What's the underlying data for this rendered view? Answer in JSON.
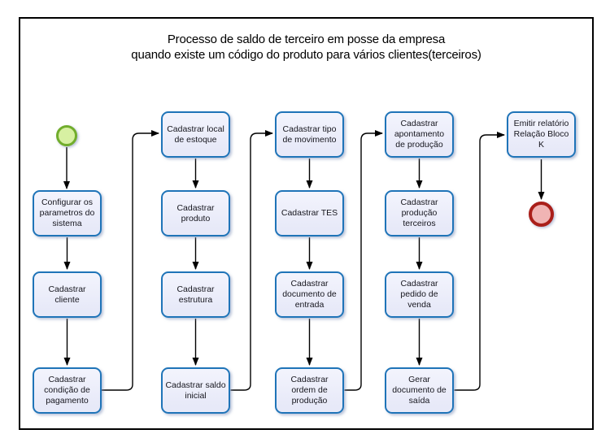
{
  "title": {
    "line1": "Processo de saldo de terceiro em posse da empresa",
    "line2": "quando existe um código do produto para vários clientes(terceiros)"
  },
  "nodes": [
    {
      "id": "configurar-parametros",
      "label": "Configurar os\nparametros do\nsistema"
    },
    {
      "id": "cadastrar-cliente",
      "label": "Cadastrar\ncliente"
    },
    {
      "id": "cadastrar-condicao-pagamento",
      "label": "Cadastrar\ncondição de\npagamento"
    },
    {
      "id": "cadastrar-local-estoque",
      "label": "Cadastrar local\nde estoque"
    },
    {
      "id": "cadastrar-produto",
      "label": "Cadastrar\nproduto"
    },
    {
      "id": "cadastrar-estrutura",
      "label": "Cadastrar\nestrutura"
    },
    {
      "id": "cadastrar-saldo-inicial",
      "label": "Cadastrar saldo\ninicial"
    },
    {
      "id": "cadastrar-tipo-movimento",
      "label": "Cadastrar tipo\nde movimento"
    },
    {
      "id": "cadastrar-tes",
      "label": "Cadastrar TES"
    },
    {
      "id": "cadastrar-documento-entrada",
      "label": "Cadastrar\ndocumento de\nentrada"
    },
    {
      "id": "cadastrar-ordem-producao",
      "label": "Cadastrar\nordem de\nprodução"
    },
    {
      "id": "cadastrar-apontamento-producao",
      "label": "Cadastrar\napontamento\nde produção"
    },
    {
      "id": "cadastrar-producao-terceiros",
      "label": "Cadastrar\nprodução\nterceiros"
    },
    {
      "id": "cadastrar-pedido-venda",
      "label": "Cadastrar\npedido de\nvenda"
    },
    {
      "id": "gerar-documento-saida",
      "label": "Gerar\ndocumento de\nsaída"
    },
    {
      "id": "emitir-relatorio-bloco-k",
      "label": "Emitir relatório\nRelação Bloco\nK"
    }
  ],
  "events": {
    "start": {
      "type": "start-event"
    },
    "end": {
      "type": "end-event"
    }
  },
  "edges": [
    {
      "from": "start",
      "to": "configurar-parametros"
    },
    {
      "from": "configurar-parametros",
      "to": "cadastrar-cliente"
    },
    {
      "from": "cadastrar-cliente",
      "to": "cadastrar-condicao-pagamento"
    },
    {
      "from": "cadastrar-condicao-pagamento",
      "to": "cadastrar-local-estoque"
    },
    {
      "from": "cadastrar-local-estoque",
      "to": "cadastrar-produto"
    },
    {
      "from": "cadastrar-produto",
      "to": "cadastrar-estrutura"
    },
    {
      "from": "cadastrar-estrutura",
      "to": "cadastrar-saldo-inicial"
    },
    {
      "from": "cadastrar-saldo-inicial",
      "to": "cadastrar-tipo-movimento"
    },
    {
      "from": "cadastrar-tipo-movimento",
      "to": "cadastrar-tes"
    },
    {
      "from": "cadastrar-tes",
      "to": "cadastrar-documento-entrada"
    },
    {
      "from": "cadastrar-documento-entrada",
      "to": "cadastrar-ordem-producao"
    },
    {
      "from": "cadastrar-ordem-producao",
      "to": "cadastrar-apontamento-producao"
    },
    {
      "from": "cadastrar-apontamento-producao",
      "to": "cadastrar-producao-terceiros"
    },
    {
      "from": "cadastrar-producao-terceiros",
      "to": "cadastrar-pedido-venda"
    },
    {
      "from": "cadastrar-pedido-venda",
      "to": "gerar-documento-saida"
    },
    {
      "from": "gerar-documento-saida",
      "to": "emitir-relatorio-bloco-k"
    },
    {
      "from": "emitir-relatorio-bloco-k",
      "to": "end"
    }
  ],
  "colors": {
    "task_fill": "#e7e9f8",
    "task_border": "#1f74b8",
    "task_text": "#16161e",
    "start_fill": "#d7f0a2",
    "start_border": "#71ad2c",
    "end_fill": "#f0b4b4",
    "end_border": "#aa1f1a",
    "connector": "#000000",
    "frame_border": "#000000",
    "title_color": "#000000"
  }
}
